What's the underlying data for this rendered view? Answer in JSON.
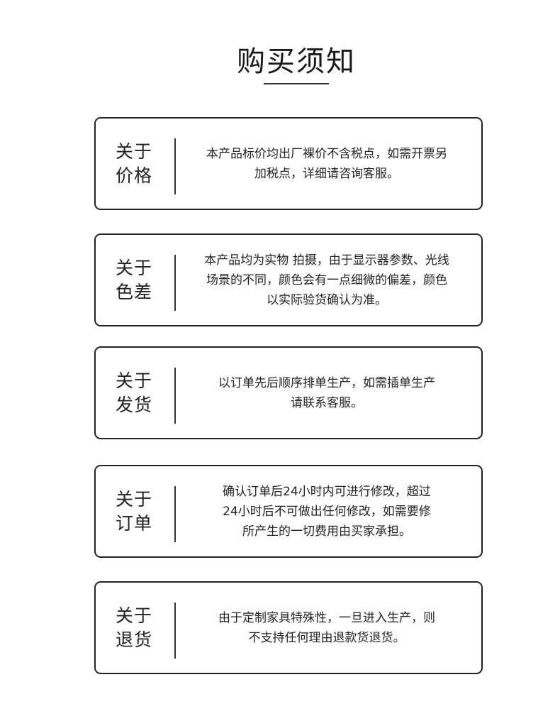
{
  "page": {
    "title": "购买须知"
  },
  "sections": [
    {
      "label_lines": [
        "关于",
        "价格"
      ],
      "text_lines": [
        "本产品标价均出厂裸价不含税点，如需开票另",
        "加税点，详细请咨询客服。"
      ]
    },
    {
      "label_lines": [
        "关于",
        "色差"
      ],
      "text_lines": [
        "本产品均为实物 拍摄，由于显示器参数、光线",
        "场景的不同，颜色会有一点细微的偏差，颜色",
        "以实际验货确认为准。"
      ]
    },
    {
      "label_lines": [
        "关于",
        "发货"
      ],
      "text_lines": [
        "以订单先后顺序排单生产，如需插单生产",
        "请联系客服。"
      ]
    },
    {
      "label_lines": [
        "关于",
        "订单"
      ],
      "text_lines": [
        "确认订单后24小时内可进行修改，超过",
        "24小时后不可做出任何修改，如需要修",
        "所产生的一切费用由买家承担。"
      ]
    },
    {
      "label_lines": [
        "关于",
        "退货"
      ],
      "text_lines": [
        "由于定制家具特殊性，一旦进入生产，则",
        "不支持任何理由退款货退货。"
      ]
    }
  ]
}
